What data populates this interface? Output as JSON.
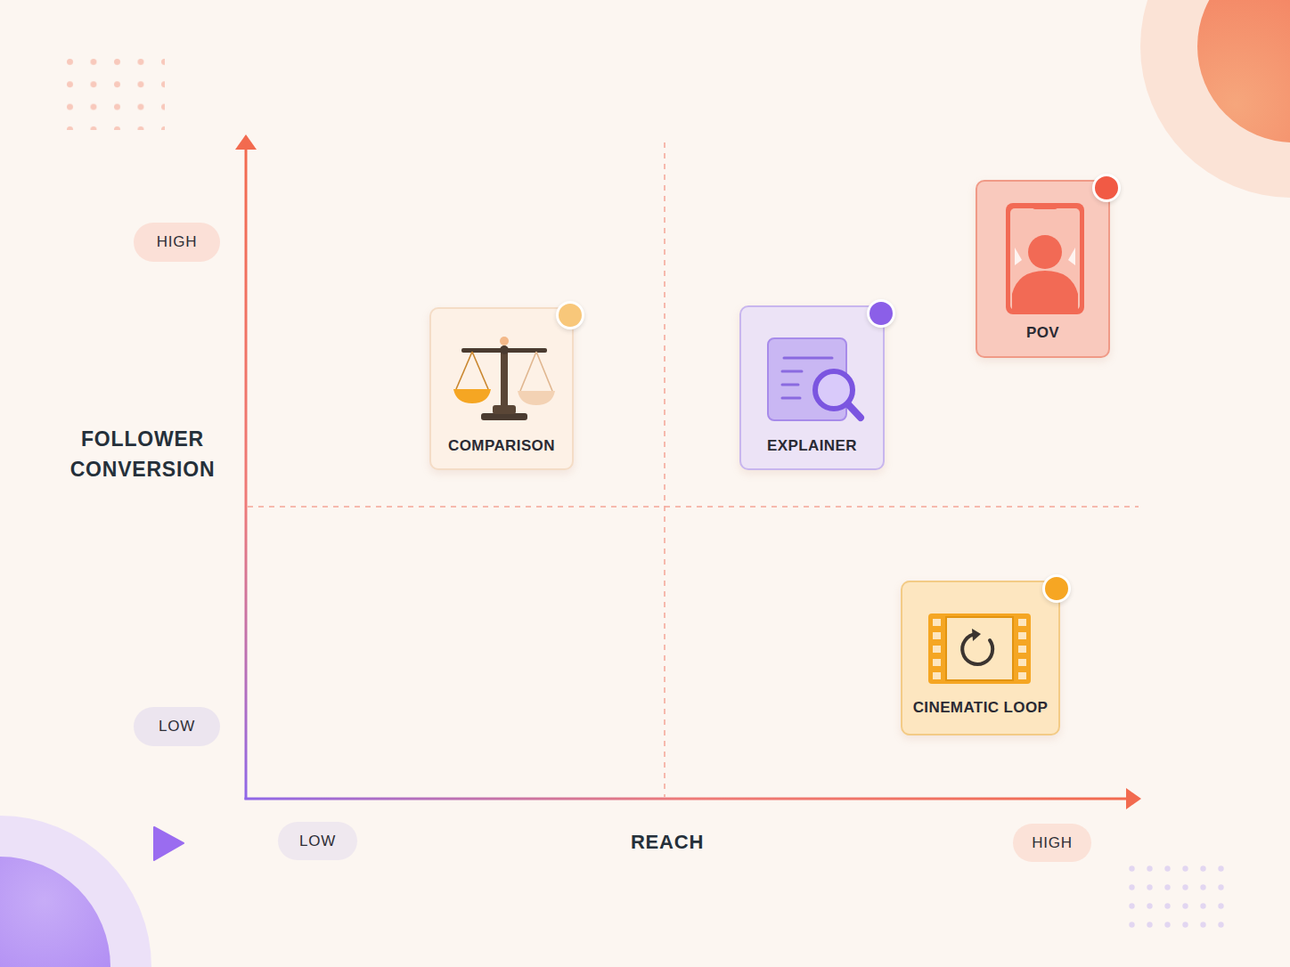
{
  "diagram": {
    "nodes": [
      {
        "text": [
          "HIGH"
        ]
      },
      {
        "text": [
          "COMPARISON"
        ]
      },
      {
        "text": [
          "EXPLAINER"
        ]
      },
      {
        "text": [
          "POV"
        ]
      },
      {
        "text": [
          "CINEMATIC LOOP"
        ]
      },
      {
        "text": [
          "LOW"
        ]
      },
      {
        "text": [
          "LOW"
        ]
      },
      {
        "text": [
          "HIGH"
        ]
      }
    ],
    "labels": [
      "FOLLOWER CONVERSION",
      "REACH"
    ]
  }
}
